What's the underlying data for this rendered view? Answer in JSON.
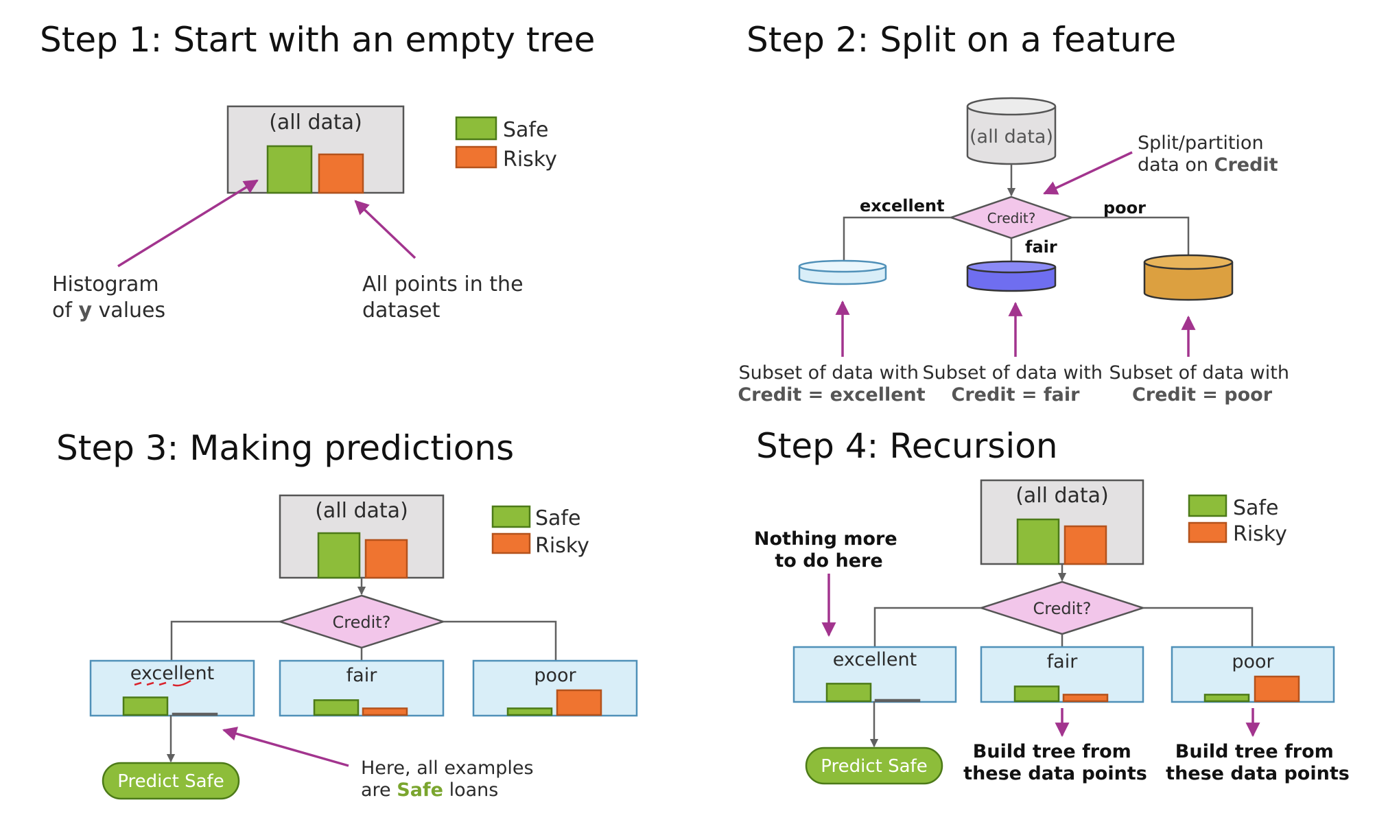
{
  "legend": {
    "safe": "Safe",
    "risky": "Risky"
  },
  "colors": {
    "safe": "#8dbd3a",
    "risky": "#ef7430",
    "decision": "#f2c6ea",
    "leaf": "#d9eef8",
    "arrow": "#a2348e",
    "node": "#e3e1e2"
  },
  "icons": [
    "cylinder-icon",
    "diamond-decision-icon",
    "arrow-icon",
    "histogram-icon"
  ],
  "step1": {
    "title": "Step 1: Start with an empty tree",
    "root_label": "(all data)",
    "histogram": {
      "safe": 0.68,
      "risky": 0.56
    },
    "annotation_histogram": {
      "line1": "Histogram",
      "line2_prefix": "of ",
      "line2_highlight": "y",
      "line2_suffix": " values"
    },
    "annotation_points": {
      "line1": "All points in the",
      "line2": "dataset"
    }
  },
  "step2": {
    "title": "Step 2: Split on a feature",
    "root_label": "(all data)",
    "decision_label": "Credit?",
    "branch_labels": {
      "excellent": "excellent",
      "fair": "fair",
      "poor": "poor"
    },
    "split_note": {
      "line1": "Split/partition",
      "line2_prefix": "data on ",
      "line2_highlight": "Credit"
    },
    "subsets": [
      {
        "line1": "Subset of data with",
        "line2": "Credit = excellent"
      },
      {
        "line1": "Subset of data with",
        "line2": "Credit = fair"
      },
      {
        "line1": "Subset of data with",
        "line2": "Credit = poor"
      }
    ]
  },
  "step3": {
    "title": "Step 3: Making predictions",
    "root_label": "(all data)",
    "decision_label": "Credit?",
    "leaves": [
      {
        "label": "excellent",
        "safe": 0.32,
        "risky": 0.02
      },
      {
        "label": "fair",
        "safe": 0.27,
        "risky": 0.12
      },
      {
        "label": "poor",
        "safe": 0.12,
        "risky": 0.45
      }
    ],
    "root_hist": {
      "safe": 0.65,
      "risky": 0.55
    },
    "prediction": "Predict Safe",
    "note": {
      "line1": "Here, all examples",
      "line2_prefix": "are ",
      "line2_highlight": "Safe",
      "line2_suffix": " loans"
    }
  },
  "step4": {
    "title": "Step 4: Recursion",
    "root_label": "(all data)",
    "decision_label": "Credit?",
    "leaves": [
      {
        "label": "excellent",
        "safe": 0.32,
        "risky": 0.02
      },
      {
        "label": "fair",
        "safe": 0.27,
        "risky": 0.12
      },
      {
        "label": "poor",
        "safe": 0.12,
        "risky": 0.45
      }
    ],
    "root_hist": {
      "safe": 0.65,
      "risky": 0.55
    },
    "nothing_more": {
      "line1": "Nothing more",
      "line2": "to do here"
    },
    "prediction": "Predict Safe",
    "build_fair": {
      "line1": "Build tree from",
      "line2": "these data points"
    },
    "build_poor": {
      "line1": "Build tree from",
      "line2": "these data points"
    }
  }
}
